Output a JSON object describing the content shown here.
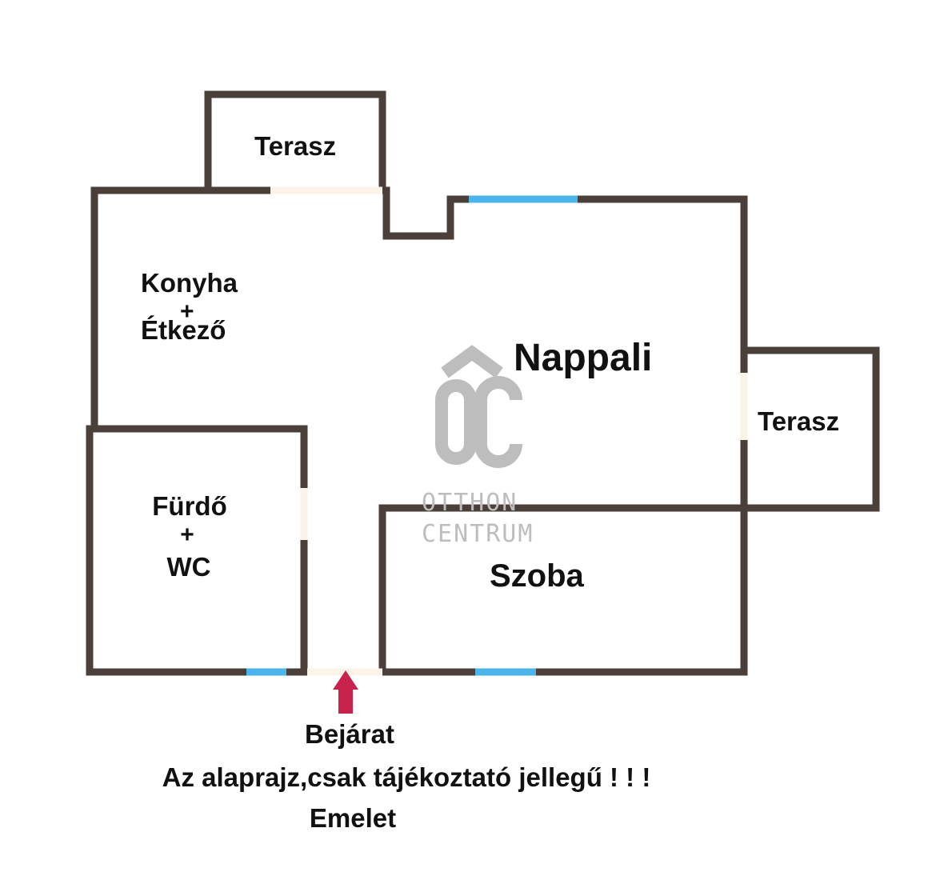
{
  "rooms": {
    "terasz_top": "Terasz",
    "konyha_line1": "Konyha",
    "konyha_plus": "+",
    "konyha_line2": "Étkező",
    "nappali": "Nappali",
    "terasz_right": "Terasz",
    "furdo_line1": "Fürdő",
    "furdo_plus": "+",
    "furdo_line2": "WC",
    "szoba": "Szoba"
  },
  "entrance_label": "Bejárat",
  "disclaimer": "Az alaprajz,csak tájékoztató jellegű ! ! !",
  "floor_label": "Emelet",
  "watermark": {
    "monogram": "OC",
    "line1": "OTTHON",
    "line2": "CENTRUM"
  },
  "colors": {
    "wall": "#4a3f39",
    "window": "#4bb4ea",
    "door": "#fbf3e8",
    "arrow": "#c8234a",
    "watermark": "#bdbdbd"
  }
}
